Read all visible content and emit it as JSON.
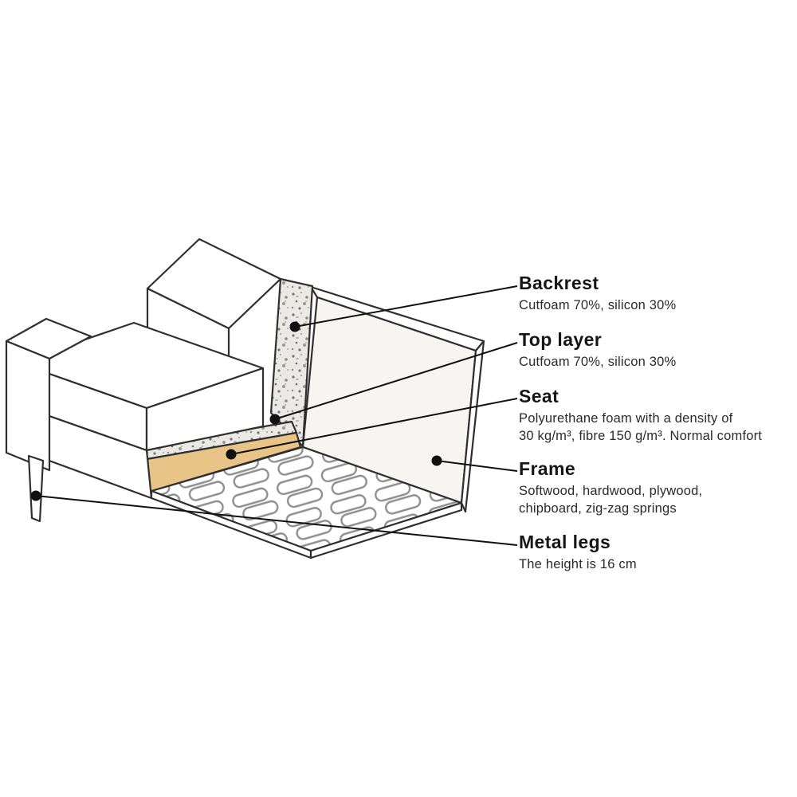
{
  "diagram": {
    "subject": "sofa cutaway construction diagram",
    "colors": {
      "line": "#2f2f2f",
      "leader": "#111111",
      "callout_dot": "#111111",
      "seat_foam": "#e8c488",
      "speckle_base": "#ebe9e5",
      "spring": "#8f8f8f",
      "frame_inner": "#f6f5f2",
      "background": "#ffffff"
    },
    "labels": [
      {
        "id": "backrest",
        "title": "Backrest",
        "description_lines": [
          "Cutfoam 70%, silicon 30%"
        ]
      },
      {
        "id": "top-layer",
        "title": "Top layer",
        "description_lines": [
          "Cutfoam 70%, silicon 30%"
        ]
      },
      {
        "id": "seat",
        "title": "Seat",
        "description_lines": [
          "Polyurethane foam with a density of",
          "30 kg/m³, fibre 150 g/m³. Normal comfort"
        ]
      },
      {
        "id": "frame",
        "title": "Frame",
        "description_lines": [
          "Softwood, hardwood, plywood,",
          "chipboard, zig-zag springs"
        ]
      },
      {
        "id": "metal-legs",
        "title": "Metal legs",
        "description_lines": [
          "The height is 16 cm"
        ]
      }
    ]
  }
}
